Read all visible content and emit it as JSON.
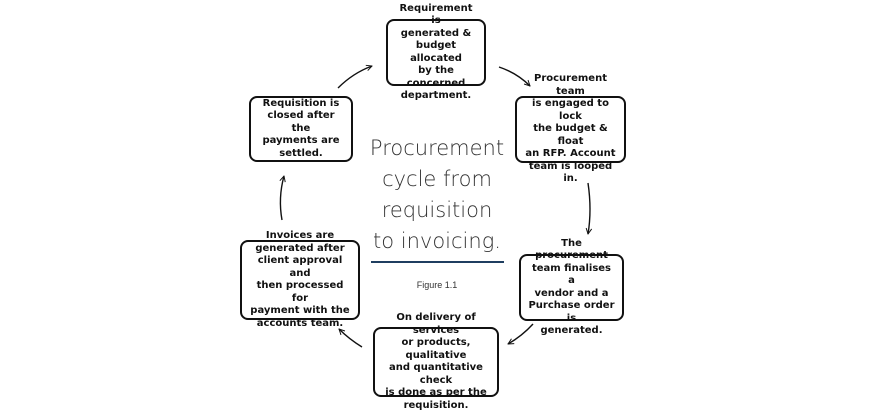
{
  "diagram": {
    "center_title": "Procurement cycle from requisition to invoicing.",
    "center_title_lines": [
      "Procurement",
      "cycle from",
      "requisition",
      "to invoicing."
    ],
    "caption": "Figure 1.1",
    "rule_color": "#1f3e60",
    "steps": [
      {
        "lines": [
          "Requirement is",
          "generated &",
          "budget allocated",
          "by the concerned",
          "department."
        ]
      },
      {
        "lines": [
          "Procurement team",
          "is engaged to lock",
          "the budget & float",
          "an RFP. Account",
          "team is looped in."
        ]
      },
      {
        "lines": [
          "The procurement",
          "team finalises a",
          "vendor and a",
          "Purchase order is",
          "generated."
        ]
      },
      {
        "lines": [
          "On delivery of services",
          "or products, qualitative",
          "and quantitative check",
          "is done as per the",
          "requisition."
        ]
      },
      {
        "lines": [
          "Invoices are",
          "generated after",
          "client approval and",
          "then processed for",
          "payment with the",
          "accounts team."
        ]
      },
      {
        "lines": [
          "Requisition is",
          "closed after the",
          "payments are",
          "settled."
        ]
      }
    ]
  }
}
